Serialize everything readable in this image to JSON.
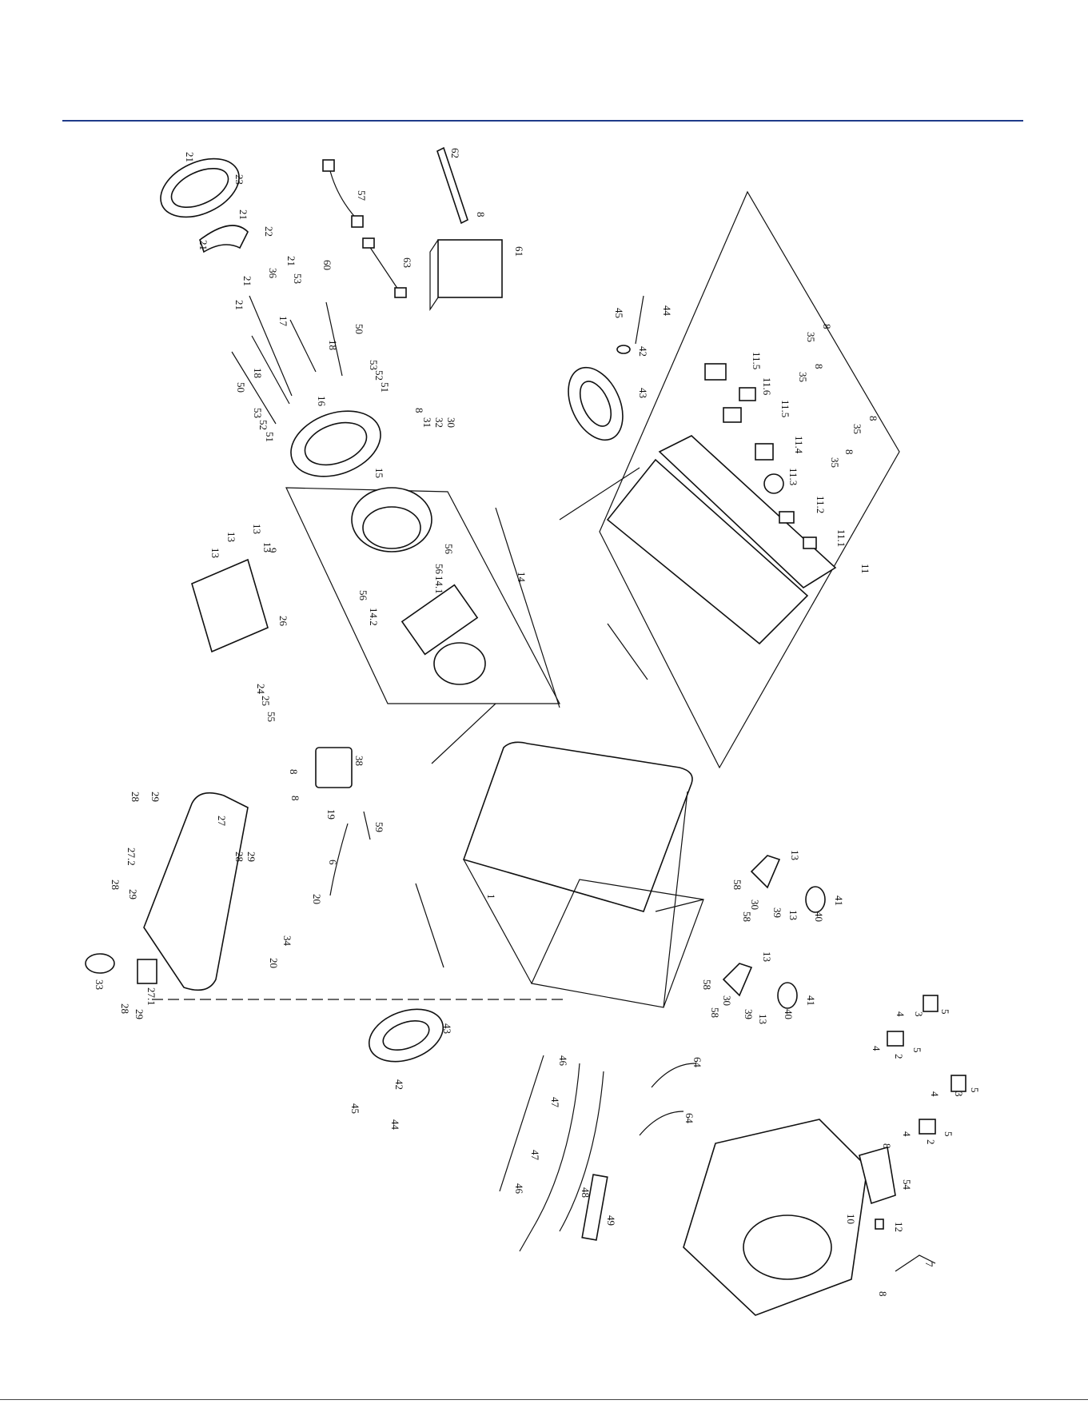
{
  "diagram": {
    "callouts": [
      {
        "id": "c21a",
        "text": "21"
      },
      {
        "id": "c23",
        "text": "23"
      },
      {
        "id": "c21b",
        "text": "21"
      },
      {
        "id": "c21c",
        "text": "21"
      },
      {
        "id": "c22",
        "text": "22"
      },
      {
        "id": "c21d",
        "text": "21"
      },
      {
        "id": "c21e",
        "text": "21"
      },
      {
        "id": "c36",
        "text": "36"
      },
      {
        "id": "c21f",
        "text": "21"
      },
      {
        "id": "c53a",
        "text": "53"
      },
      {
        "id": "c60",
        "text": "60"
      },
      {
        "id": "c57",
        "text": "57"
      },
      {
        "id": "c62",
        "text": "62"
      },
      {
        "id": "c8a",
        "text": "8"
      },
      {
        "id": "c61",
        "text": "61"
      },
      {
        "id": "c63",
        "text": "63"
      },
      {
        "id": "c17",
        "text": "17"
      },
      {
        "id": "c18a",
        "text": "18"
      },
      {
        "id": "c50a",
        "text": "50"
      },
      {
        "id": "c18b",
        "text": "18"
      },
      {
        "id": "c50b",
        "text": "50"
      },
      {
        "id": "c53b",
        "text": "53"
      },
      {
        "id": "c52a",
        "text": "52"
      },
      {
        "id": "c51a",
        "text": "51"
      },
      {
        "id": "c53c",
        "text": "53"
      },
      {
        "id": "c52b",
        "text": "52"
      },
      {
        "id": "c51b",
        "text": "51"
      },
      {
        "id": "c16",
        "text": "16"
      },
      {
        "id": "c8b",
        "text": "8"
      },
      {
        "id": "c31",
        "text": "31"
      },
      {
        "id": "c32",
        "text": "32"
      },
      {
        "id": "c30a",
        "text": "30"
      },
      {
        "id": "c15",
        "text": "15"
      },
      {
        "id": "c45a",
        "text": "45"
      },
      {
        "id": "c44a",
        "text": "44"
      },
      {
        "id": "c42a",
        "text": "42"
      },
      {
        "id": "c43a",
        "text": "43"
      },
      {
        "id": "c8c",
        "text": "8"
      },
      {
        "id": "c35a",
        "text": "35"
      },
      {
        "id": "c8d",
        "text": "8"
      },
      {
        "id": "c35b",
        "text": "35"
      },
      {
        "id": "c115a",
        "text": "11.5"
      },
      {
        "id": "c116",
        "text": "11.6"
      },
      {
        "id": "c115b",
        "text": "11.5"
      },
      {
        "id": "c8e",
        "text": "8"
      },
      {
        "id": "c35c",
        "text": "35"
      },
      {
        "id": "c8f",
        "text": "8"
      },
      {
        "id": "c35d",
        "text": "35"
      },
      {
        "id": "c114",
        "text": "11.4"
      },
      {
        "id": "c113",
        "text": "11.3"
      },
      {
        "id": "c112",
        "text": "11.2"
      },
      {
        "id": "c111",
        "text": "11.1"
      },
      {
        "id": "c11",
        "text": "11"
      },
      {
        "id": "c13a",
        "text": "13"
      },
      {
        "id": "c13b",
        "text": "13"
      },
      {
        "id": "c13c",
        "text": "13"
      },
      {
        "id": "c9",
        "text": "9"
      },
      {
        "id": "c13d",
        "text": "13"
      },
      {
        "id": "c56a",
        "text": "56"
      },
      {
        "id": "c56b",
        "text": "56"
      },
      {
        "id": "c56c",
        "text": "56"
      },
      {
        "id": "c141",
        "text": "14.1"
      },
      {
        "id": "c142",
        "text": "14.2"
      },
      {
        "id": "c14",
        "text": "14"
      },
      {
        "id": "c26",
        "text": "26"
      },
      {
        "id": "c24",
        "text": "24"
      },
      {
        "id": "c25",
        "text": "25"
      },
      {
        "id": "c55",
        "text": "55"
      },
      {
        "id": "c38",
        "text": "38"
      },
      {
        "id": "c8g",
        "text": "8"
      },
      {
        "id": "c8h",
        "text": "8"
      },
      {
        "id": "c19",
        "text": "19"
      },
      {
        "id": "c59",
        "text": "59"
      },
      {
        "id": "c6",
        "text": "6"
      },
      {
        "id": "c20a",
        "text": "20"
      },
      {
        "id": "c28a",
        "text": "28"
      },
      {
        "id": "c29a",
        "text": "29"
      },
      {
        "id": "c27",
        "text": "27"
      },
      {
        "id": "c272",
        "text": "27.2"
      },
      {
        "id": "c28b",
        "text": "28"
      },
      {
        "id": "c29b",
        "text": "29"
      },
      {
        "id": "c28c",
        "text": "28"
      },
      {
        "id": "c29c",
        "text": "29"
      },
      {
        "id": "c34",
        "text": "34"
      },
      {
        "id": "c20b",
        "text": "20"
      },
      {
        "id": "c33",
        "text": "33"
      },
      {
        "id": "c271",
        "text": "27.1"
      },
      {
        "id": "c28d",
        "text": "28"
      },
      {
        "id": "c29d",
        "text": "29"
      },
      {
        "id": "c1",
        "text": "1"
      },
      {
        "id": "c13e",
        "text": "13"
      },
      {
        "id": "c58a",
        "text": "58"
      },
      {
        "id": "c30b",
        "text": "30"
      },
      {
        "id": "c58b",
        "text": "58"
      },
      {
        "id": "c39a",
        "text": "39"
      },
      {
        "id": "c13f",
        "text": "13"
      },
      {
        "id": "c40a",
        "text": "40"
      },
      {
        "id": "c41a",
        "text": "41"
      },
      {
        "id": "c13g",
        "text": "13"
      },
      {
        "id": "c58c",
        "text": "58"
      },
      {
        "id": "c30c",
        "text": "30"
      },
      {
        "id": "c58d",
        "text": "58"
      },
      {
        "id": "c39b",
        "text": "39"
      },
      {
        "id": "c13h",
        "text": "13"
      },
      {
        "id": "c40b",
        "text": "40"
      },
      {
        "id": "c41b",
        "text": "41"
      },
      {
        "id": "c43b",
        "text": "43"
      },
      {
        "id": "c42b",
        "text": "42"
      },
      {
        "id": "c45b",
        "text": "45"
      },
      {
        "id": "c44b",
        "text": "44"
      },
      {
        "id": "c46a",
        "text": "46"
      },
      {
        "id": "c47a",
        "text": "47"
      },
      {
        "id": "c47b",
        "text": "47"
      },
      {
        "id": "c46b",
        "text": "46"
      },
      {
        "id": "c48",
        "text": "48"
      },
      {
        "id": "c49",
        "text": "49"
      },
      {
        "id": "c64a",
        "text": "64"
      },
      {
        "id": "c64b",
        "text": "64"
      },
      {
        "id": "c10",
        "text": "10"
      },
      {
        "id": "c12",
        "text": "12"
      },
      {
        "id": "c54",
        "text": "54"
      },
      {
        "id": "c8i",
        "text": "8"
      },
      {
        "id": "c8j",
        "text": "8"
      },
      {
        "id": "c7",
        "text": "7"
      },
      {
        "id": "c4a",
        "text": "4"
      },
      {
        "id": "c3a",
        "text": "3"
      },
      {
        "id": "c5a",
        "text": "5"
      },
      {
        "id": "c4b",
        "text": "4"
      },
      {
        "id": "c2a",
        "text": "2"
      },
      {
        "id": "c5b",
        "text": "5"
      },
      {
        "id": "c4c",
        "text": "4"
      },
      {
        "id": "c3b",
        "text": "3"
      },
      {
        "id": "c5c",
        "text": "5"
      },
      {
        "id": "c4d",
        "text": "4"
      },
      {
        "id": "c2b",
        "text": "2"
      },
      {
        "id": "c5d",
        "text": "5"
      }
    ],
    "colors": {
      "rule": "#1f3a8a",
      "ink": "#111111",
      "background": "#ffffff"
    }
  }
}
